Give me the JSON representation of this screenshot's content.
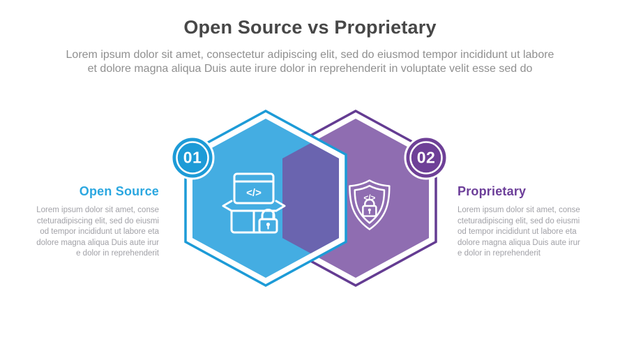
{
  "header": {
    "title": "Open Source vs Proprietary",
    "subtitle_lines": [
      "Lorem ipsum dolor sit amet, consectetur adipiscing elit, sed do eiusmod tempor incididunt ut labore",
      "et dolore magna aliqua Duis aute irure dolor in reprehenderit in voluptate velit esse sed do"
    ]
  },
  "diagram": {
    "overlap_color": "#6a64af",
    "code_glyph": "</>",
    "items": [
      {
        "id": "open-source",
        "number": "01",
        "label": "Open Source",
        "icon": "open-box-code-lock-icon",
        "description_lines": [
          "Lorem ipsum dolor sit amet, conse",
          "cteturadipiscing elit, sed do eiusmi",
          "od tempor incididunt ut labore eta",
          "dolore magna aliqua Duis aute irur",
          "e dolor in reprehenderit"
        ],
        "colors": {
          "fill": "#44ade2",
          "outline": "#1d9bd7",
          "badge": "#1d9bd7",
          "heading": "#2ba7e0"
        }
      },
      {
        "id": "proprietary",
        "number": "02",
        "label": "Proprietary",
        "icon": "shield-code-lock-icon",
        "description_lines": [
          "Lorem ipsum dolor sit amet, conse",
          "cteturadipiscing elit, sed do eiusmi",
          "od tempor incididunt ut labore eta",
          "dolore magna aliqua Duis aute irur",
          "e dolor in reprehenderit"
        ],
        "colors": {
          "fill": "#8f6db1",
          "outline": "#643c92",
          "badge": "#6e4097",
          "heading": "#6c3e99"
        }
      }
    ]
  }
}
